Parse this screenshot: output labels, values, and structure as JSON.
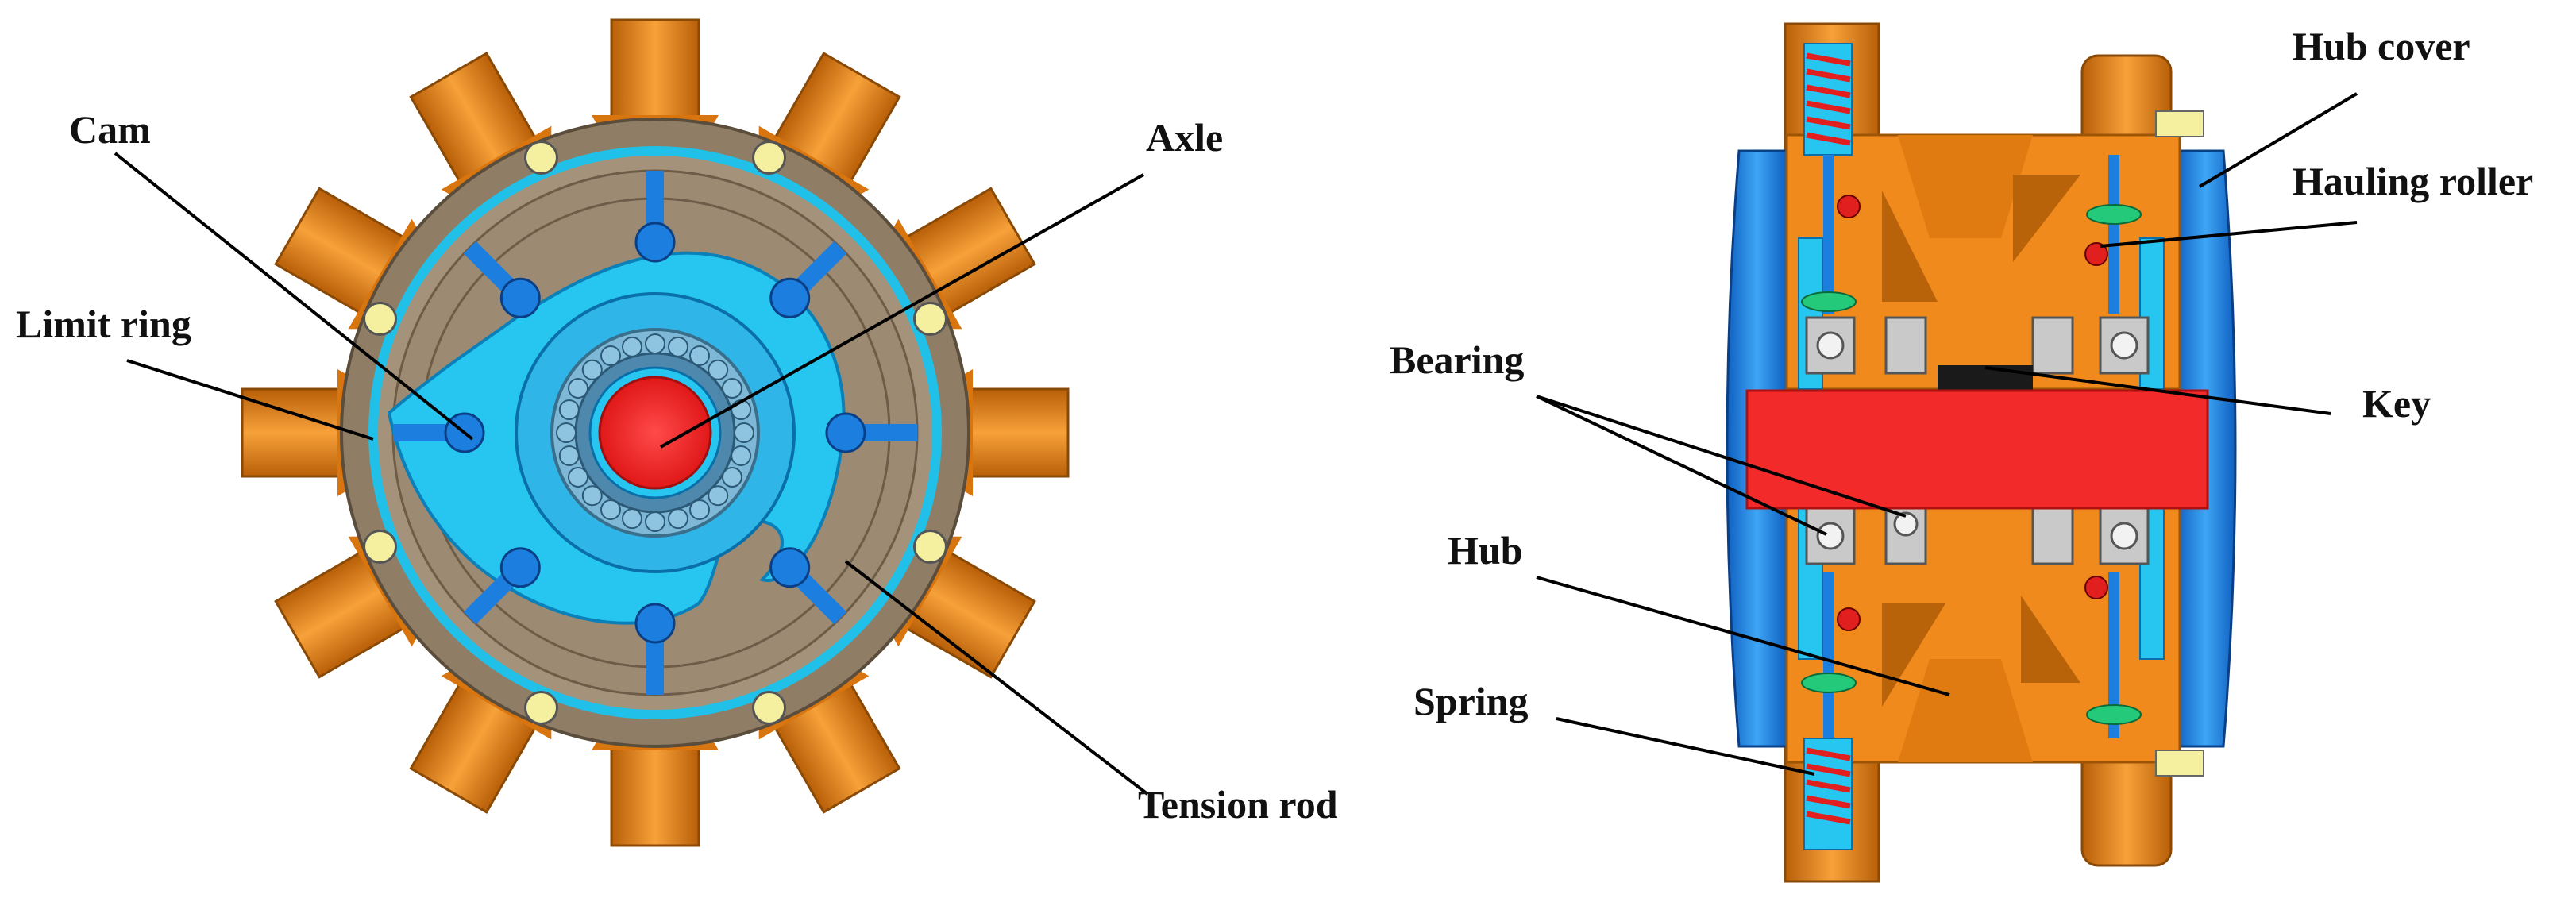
{
  "figure": {
    "left_panel": {
      "labels": {
        "cam": "Cam",
        "limit_ring": "Limit ring",
        "axle": "Axle",
        "tension_rod": "Tension rod"
      }
    },
    "right_panel": {
      "labels": {
        "hub_cover": "Hub cover",
        "hauling_roller": "Hauling roller",
        "bearing": "Bearing",
        "key": "Key",
        "hub": "Hub",
        "spring": "Spring"
      }
    }
  },
  "colors": {
    "orange": "#f08a1c",
    "orange_dark": "#c8680c",
    "hub_brown": "#9d8b73",
    "cyan": "#22c8f2",
    "blue": "#1c7fe0",
    "red": "#f22a2a",
    "gray": "#c9c9c9",
    "green": "#25c97a"
  }
}
